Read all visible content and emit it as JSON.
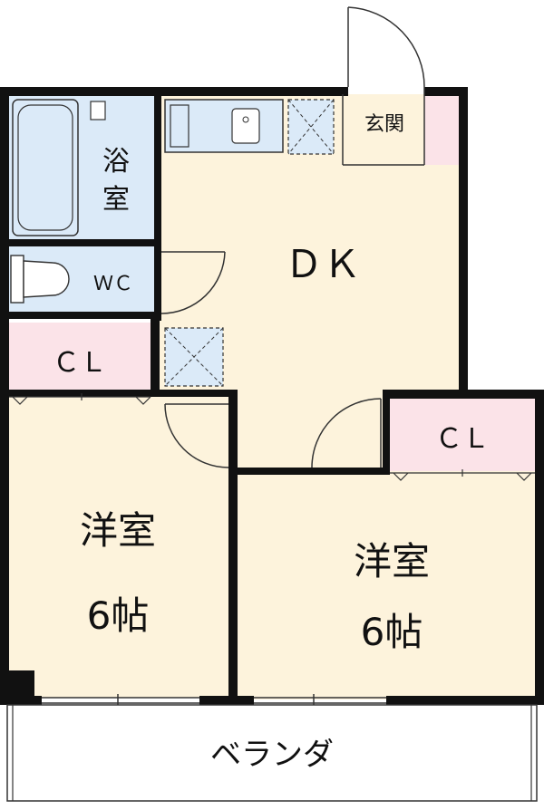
{
  "plan": {
    "rooms": {
      "dk": "ＤＫ",
      "bath_line1": "浴",
      "bath_line2": "室",
      "wc": "ＷＣ",
      "entrance": "玄関",
      "closet_left": "ＣＬ",
      "closet_right": "ＣＬ",
      "western_left_line1": "洋室",
      "western_left_line2": "6帖",
      "western_right_line1": "洋室",
      "western_right_line2": "6帖",
      "balcony": "ベランダ"
    },
    "colors": {
      "room_fill": "#fdf3dc",
      "wet_fill": "#dbeaf8",
      "closet_fill": "#fbe3e8",
      "wall": "#111111",
      "balcony_fill": "#ffffff"
    }
  }
}
